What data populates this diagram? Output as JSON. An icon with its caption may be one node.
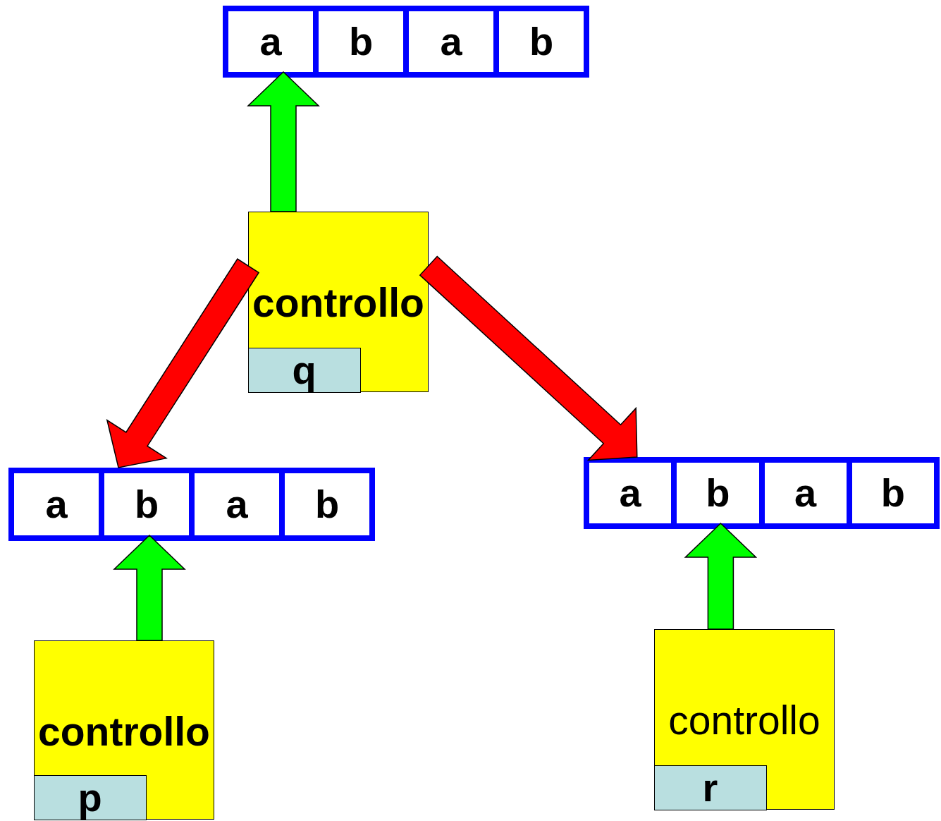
{
  "diagram": {
    "nodes": [
      {
        "text": [],
        "shape": "box"
      },
      {
        "text": [
          "a"
        ],
        "in": 0
      },
      {
        "text": [
          "b"
        ],
        "in": 0
      },
      {
        "text": [
          "a"
        ],
        "in": 0
      },
      {
        "text": [
          "b"
        ],
        "in": 0
      },
      {
        "text": [
          "controllo"
        ]
      },
      {
        "text": [
          "q"
        ],
        "in": 5
      },
      {
        "text": [],
        "shape": "box"
      },
      {
        "text": [
          "a"
        ],
        "in": 7
      },
      {
        "text": [
          "b"
        ],
        "in": 7
      },
      {
        "text": [
          "a"
        ],
        "in": 7
      },
      {
        "text": [
          "b"
        ],
        "in": 7
      },
      {
        "text": [],
        "shape": "box"
      },
      {
        "text": [
          "a"
        ],
        "in": 12
      },
      {
        "text": [
          "b"
        ],
        "in": 12
      },
      {
        "text": [
          "a"
        ],
        "in": 12
      },
      {
        "text": [
          "b"
        ],
        "in": 12
      },
      {
        "text": [
          "controllo"
        ]
      },
      {
        "text": [
          "p"
        ],
        "in": 17
      },
      {
        "text": [
          "controllo"
        ]
      },
      {
        "text": [
          "r"
        ],
        "in": 19
      }
    ],
    "edges": [
      {
        "from": 5,
        "to": 1,
        "arrow": "to",
        "style": "thick"
      },
      {
        "from": 5,
        "to": 7,
        "arrow": "to",
        "style": "thick",
        "color": "#ff0000"
      },
      {
        "from": 5,
        "to": 12,
        "arrow": "to",
        "style": "thick",
        "color": "#ff0000"
      },
      {
        "from": 17,
        "to": 9,
        "arrow": "to",
        "style": "thick"
      },
      {
        "from": 19,
        "to": 14,
        "arrow": "to",
        "style": "thick"
      }
    ]
  }
}
